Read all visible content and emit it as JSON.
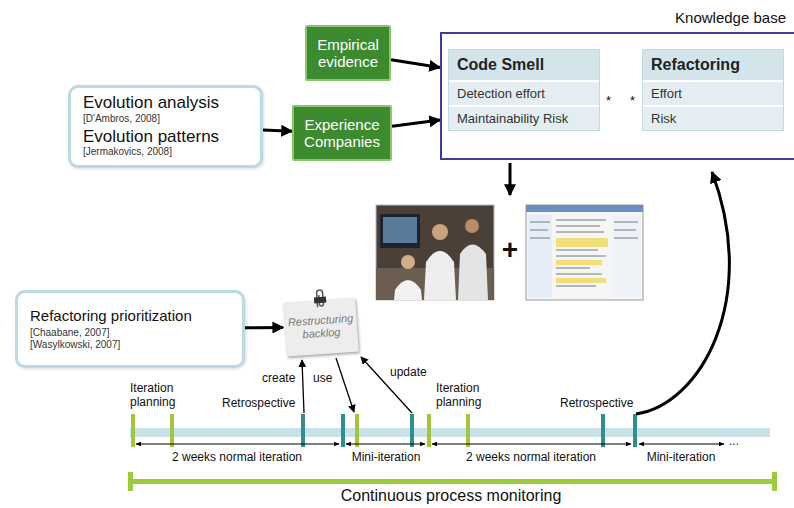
{
  "diagram": {
    "nodes": [
      {
        "text": [
          "Knowledge base"
        ]
      },
      {
        "text": [
          "Code Smell",
          "Detection effort",
          "Maintainability Risk"
        ],
        "in": 0
      },
      {
        "text": [
          "Refactoring",
          "Effort",
          "Risk"
        ],
        "in": 0
      },
      {
        "text": [
          "Empirical evidence"
        ]
      },
      {
        "text": [
          "Experience Companies"
        ]
      },
      {
        "text": [
          "Evolution analysis",
          "[D'Ambros, 2008]",
          "Evolution patterns",
          "[Jermakovics, 2008]"
        ]
      },
      {
        "text": [
          "Refactoring prioritization",
          "[Chaabane, 2007]",
          "[Wasylkowski, 2007]"
        ]
      },
      {
        "text": [
          "Restructuring backlog"
        ]
      }
    ],
    "edges": [
      {
        "from": 5,
        "to": 4,
        "arrow": "to"
      },
      {
        "from": 3,
        "to": 0,
        "arrow": "to"
      },
      {
        "from": 4,
        "to": 0,
        "arrow": "to"
      },
      {
        "from": 1,
        "to": 2,
        "arrow": "none"
      },
      {
        "from": 6,
        "to": 7,
        "arrow": "to"
      }
    ],
    "labels": [
      "*",
      "*",
      "+",
      "Iteration planning",
      "Retrospective",
      "create",
      "use",
      "update",
      "Iteration planning",
      "Retrospective",
      "2 weeks normal iteration",
      "Mini-iteration",
      "2 weeks normal iteration",
      "Mini-iteration",
      "...",
      "Continuous process monitoring"
    ]
  }
}
